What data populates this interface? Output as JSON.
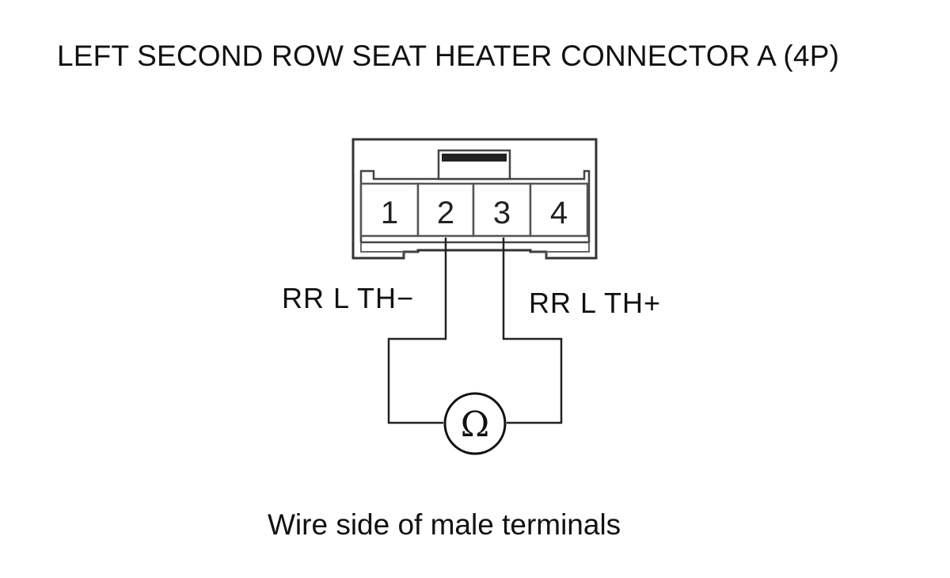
{
  "title": "LEFT SECOND ROW SEAT HEATER CONNECTOR A (4P)",
  "connector": {
    "pins": [
      {
        "number": "1"
      },
      {
        "number": "2"
      },
      {
        "number": "3"
      },
      {
        "number": "4"
      }
    ]
  },
  "wires": {
    "negative_label": "RR L TH−",
    "positive_label": "RR L TH+"
  },
  "meter": {
    "symbol": "Ω"
  },
  "caption": "Wire side of male terminals"
}
